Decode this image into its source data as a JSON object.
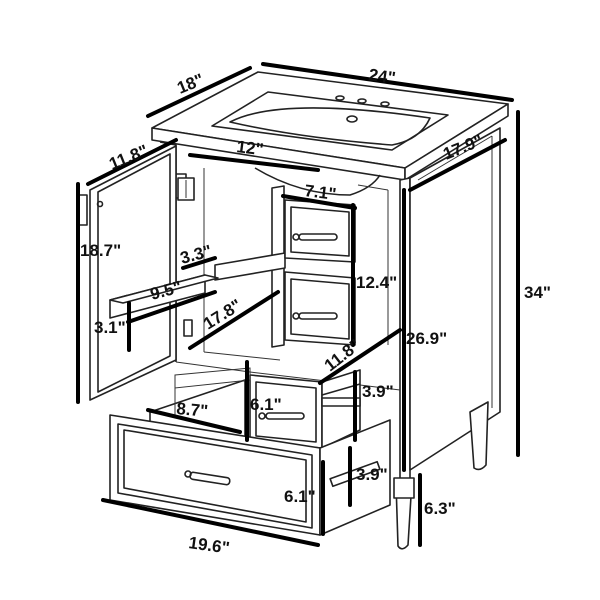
{
  "dimensions": {
    "width_top": "24\"",
    "depth_top": "18\"",
    "door_width": "11.8\"",
    "inner_width_top": "12\"",
    "side_depth": "17.9\"",
    "small_drawer_width": "7.1\"",
    "door_height": "18.7\"",
    "shelf_depth": "3.3\"",
    "shelf_width": "9.5\"",
    "shelf_height": "3.1\"",
    "inner_depth": "17.8\"",
    "drawer_stack_height": "12.4\"",
    "total_height": "34\"",
    "body_height": "26.9\"",
    "drawer_depth": "11.8\"",
    "small_drawer_side": "3.9\"",
    "inner_drawer_height": "6.1\"",
    "bottom_drawer_inner_width": "8.7\"",
    "bottom_drawer_side": "3.9\"",
    "bottom_drawer_height": "6.1\"",
    "leg_height": "6.3\"",
    "base_width": "19.6\""
  }
}
